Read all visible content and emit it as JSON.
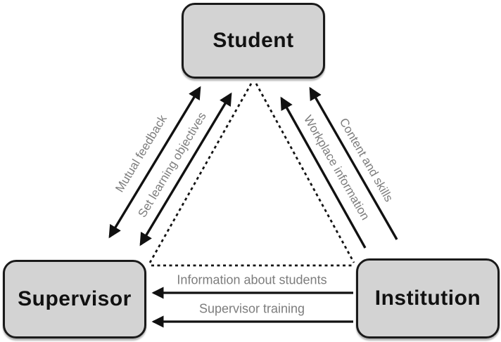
{
  "figure": {
    "nodes": {
      "student": {
        "label": "Student"
      },
      "supervisor": {
        "label": "Supervisor"
      },
      "institution": {
        "label": "Institution"
      }
    },
    "edges": {
      "mutual_feedback": {
        "label": "Mutual feedback",
        "from": "Supervisor",
        "to": "Student",
        "direction": "both",
        "style": "solid"
      },
      "set_learning_objectives": {
        "label": "Set learning objectives",
        "from": "Supervisor",
        "to": "Student",
        "direction": "both",
        "style": "solid"
      },
      "workplace_information": {
        "label": "Workplace information",
        "from": "Institution",
        "to": "Student",
        "direction": "to",
        "style": "solid"
      },
      "content_and_skills": {
        "label": "Content and skills",
        "from": "Institution",
        "to": "Student",
        "direction": "to",
        "style": "solid"
      },
      "information_about_students": {
        "label": "Information about students",
        "from": "Institution",
        "to": "Supervisor",
        "direction": "to",
        "style": "solid"
      },
      "supervisor_training": {
        "label": "Supervisor training",
        "from": "Institution",
        "to": "Supervisor",
        "direction": "to",
        "style": "solid"
      },
      "dotted_triangle": {
        "label": "",
        "between": "Student, Supervisor, Institution",
        "direction": "none",
        "style": "dotted"
      }
    },
    "colors": {
      "node_fill": "#d3d3d3",
      "node_border": "#1a1a1a",
      "node_text": "#111111",
      "edge": "#111111",
      "edge_label": "#7d7d7d",
      "background": "#ffffff"
    }
  }
}
